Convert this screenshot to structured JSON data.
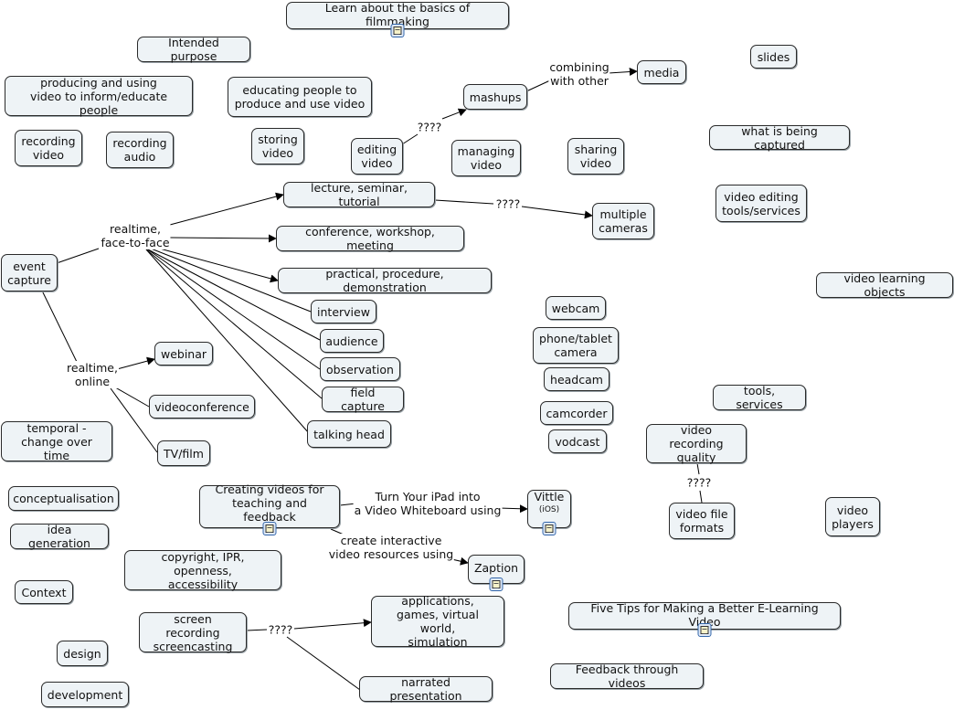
{
  "nodes": {
    "learn_basics": "Learn about the basics of filmmaking",
    "intended_purpose": "Intended purpose",
    "producing_using": "producing and using\nvideo to inform/educate people",
    "educating_people": "educating people to\nproduce and use video",
    "recording_video": "recording\nvideo",
    "recording_audio": "recording\naudio",
    "storing_video": "storing\nvideo",
    "editing_video": "editing\nvideo",
    "mashups": "mashups",
    "media": "media",
    "managing_video": "managing\nvideo",
    "sharing_video": "sharing\nvideo",
    "slides": "slides",
    "what_captured": "what is being captured",
    "lecture": "lecture, seminar, tutorial",
    "multiple_cameras": "multiple\ncameras",
    "video_editing_tools": "video editing\ntools/services",
    "conference": "conference, workshop, meeting",
    "event_capture": "event\ncapture",
    "practical": "practical, procedure, demonstration",
    "video_learning_objects": "video learning objects",
    "interview": "interview",
    "webcam": "webcam",
    "audience": "audience",
    "phone_tablet": "phone/tablet\ncamera",
    "webinar": "webinar",
    "observation": "observation",
    "headcam": "headcam",
    "tools_services": "tools, services",
    "field_capture": "field capture",
    "videoconference": "videoconference",
    "camcorder": "camcorder",
    "talking_head": "talking head",
    "temporal": "temporal -\nchange over time",
    "vodcast": "vodcast",
    "recording_quality": "video recording\nquality",
    "tv_film": "TV/film",
    "conceptualisation": "conceptualisation",
    "creating_videos": "Creating videos for\nteaching and feedback",
    "vittle": "Vittle",
    "vittle_sub": "(iOS)",
    "file_formats": "video file\nformats",
    "video_players": "video\nplayers",
    "idea_generation": "idea generation",
    "copyright": "copyright, IPR, openness,\naccessibility",
    "zaption": "Zaption",
    "context": "Context",
    "five_tips": "Five Tips for Making a Better E-Learning Video",
    "screen_recording": "screen recording\nscreencasting",
    "applications": "applications,\ngames, virtual world,\nsimulation",
    "design": "design",
    "feedback": "Feedback through videos",
    "narrated": "narrated presentation",
    "development": "development"
  },
  "links": {
    "realtime_f2f": "realtime,\nface-to-face",
    "realtime_online": "realtime,\nonline",
    "combining": "combining\nwith other",
    "q_editing": "????",
    "q_lecture": "????",
    "q_quality": "????",
    "q_screen": "????",
    "turn_ipad": "Turn Your iPad into\na Video Whiteboard using",
    "create_interactive": "create interactive\nvideo resources using"
  },
  "icons": [
    "resource-document-icon"
  ],
  "colors": {
    "node_fill": "#eef3f6",
    "node_border": "#2a2a2a",
    "doc_icon": "#3366aa"
  }
}
